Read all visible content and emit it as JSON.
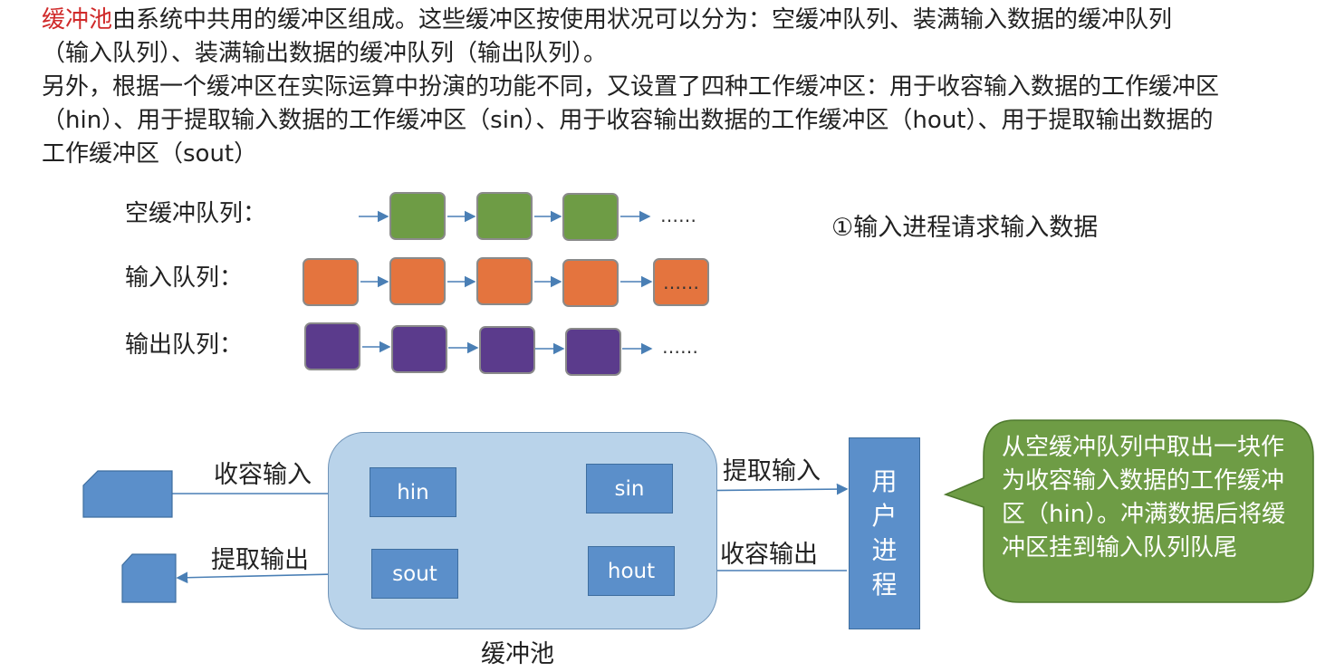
{
  "intro": {
    "term": "缓冲池",
    "rest": "由系统中共用的缓冲区组成。这些缓冲区按使用状况可以分为：空缓冲队列、装满输入数据的缓冲队列（输入队列）、装满输出数据的缓冲队列（输出队列）。"
  },
  "intro2": "另外，根据一个缓冲区在实际运算中扮演的功能不同，又设置了四种工作缓冲区：用于收容输入数据的工作缓冲区（hin）、用于提取输入数据的工作缓冲区（sin）、用于收容输出数据的工作缓冲区（hout）、用于提取输出数据的工作缓冲区（sout）",
  "queues": {
    "empty_label": "空缓冲队列：",
    "input_label": "输入队列：",
    "output_label": "输出队列：",
    "ellipsis": "……"
  },
  "step": "①输入进程请求输入数据",
  "pool": {
    "caption": "缓冲池",
    "hin": "hin",
    "sin": "sin",
    "sout": "sout",
    "hout": "hout"
  },
  "flows": {
    "collect_input": "收容输入",
    "extract_input": "提取输入",
    "extract_output": "提取输出",
    "collect_output": "收容输出"
  },
  "user_process": [
    "用",
    "户",
    "进",
    "程"
  ],
  "callout": "从空缓冲队列中取出一块作为收容输入数据的工作缓冲区（hin）。冲满数据后将缓冲区挂到输入队列队尾",
  "colors": {
    "highlight": "#d02a2a",
    "empty_block": "#6e9c45",
    "input_block": "#e4743e",
    "output_block": "#5b3b8c",
    "buffer_blue": "#5b8fca",
    "pool_fill": "#b9d3ea",
    "callout_fill": "#6e9c45"
  }
}
